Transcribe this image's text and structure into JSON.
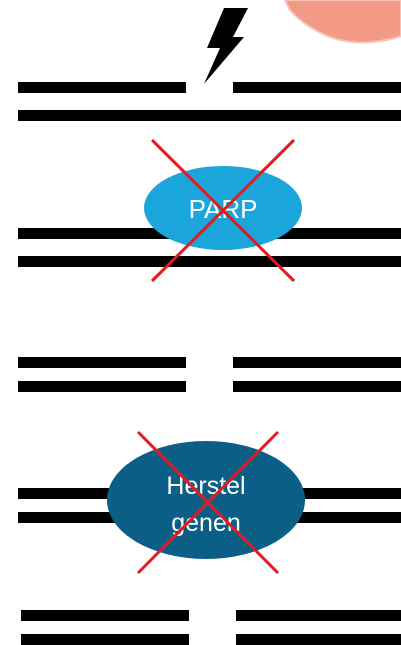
{
  "colors": {
    "background": "#ffffff",
    "dna_strand": "#000000",
    "parp_enzyme": "#1aa6db",
    "repair_enzyme": "#0b5f86",
    "cross": "#e11b22",
    "sun_fill": "#f29a86",
    "sun_outline": "#f8c2b4",
    "lightning": "#000000",
    "label_text": "#ffffff"
  },
  "labels": {
    "parp": "PARP",
    "repair_line1": "Herstel",
    "repair_line2": "genen"
  },
  "icons": {
    "damage": "lightning-bolt-icon",
    "sun": "sun-icon",
    "blocked": "red-x-icon"
  }
}
